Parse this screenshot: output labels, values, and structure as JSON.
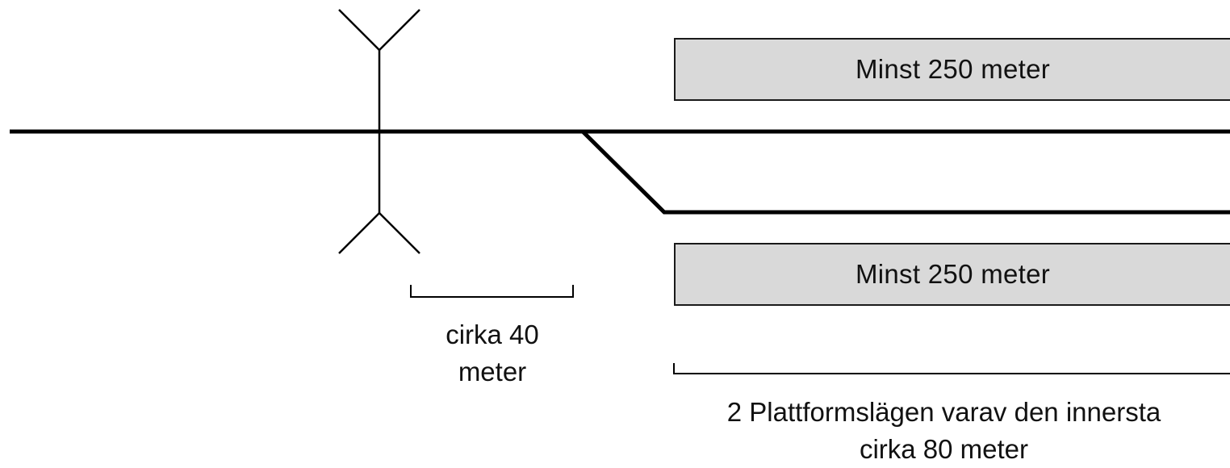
{
  "platforms": {
    "top_label": "Minst 250 meter",
    "bottom_label": "Minst 250 meter"
  },
  "dimensions": {
    "short_line1": "cirka 40",
    "short_line2": "meter",
    "long_line1": "2 Plattformslägen varav den innersta",
    "long_line2": "cirka 80 meter"
  },
  "colors": {
    "line": "#000000",
    "platform_fill": "#d9d9d9"
  }
}
